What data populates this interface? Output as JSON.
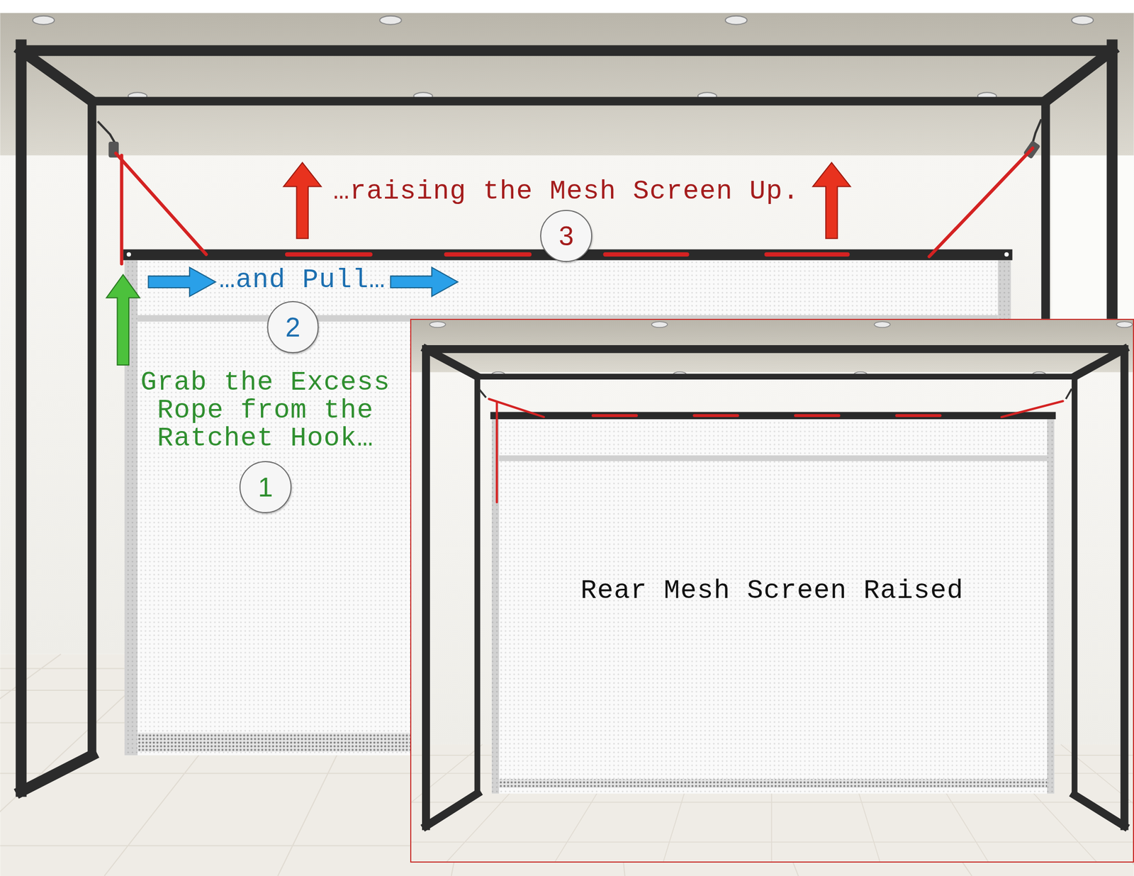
{
  "diagram": {
    "nodes": [
      {
        "text": [
          "…raising the Mesh Screen Up.",
          "3"
        ]
      },
      {
        "text": [
          "…and Pull…",
          "2"
        ]
      },
      {
        "text": [
          "Grab the Excess Rope from the Ratchet Hook…",
          "1"
        ]
      },
      {
        "text": [
          "Rear Mesh Screen Raised"
        ]
      }
    ]
  }
}
